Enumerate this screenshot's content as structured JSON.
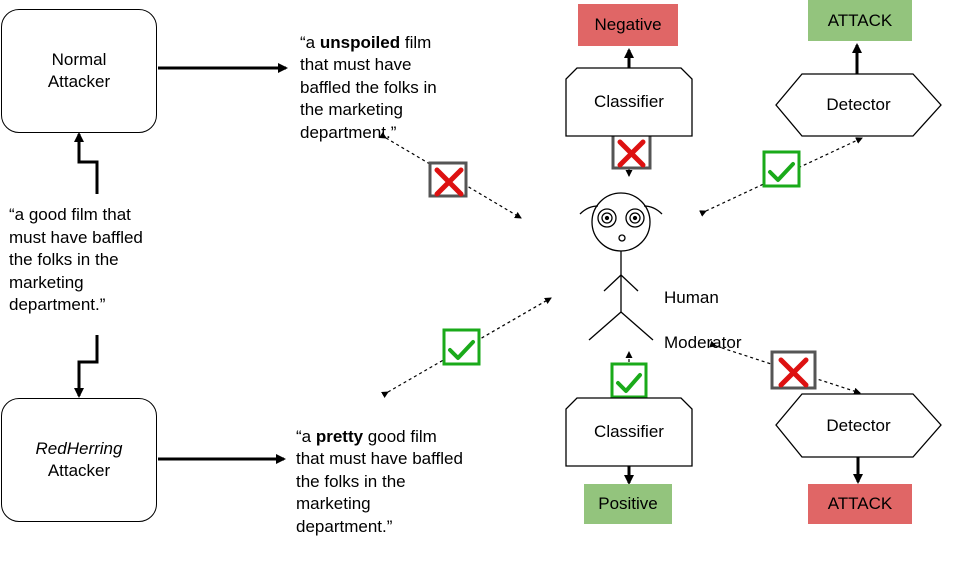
{
  "normal_attacker": {
    "line1": "Normal",
    "line2": "Attacker"
  },
  "redherring_attacker": {
    "line1": "RedHerring",
    "line2": "Attacker"
  },
  "original_text": "“a good film that\nmust have baffled\nthe folks in the\nmarketing\ndepartment.”",
  "normal_text": {
    "prefix": "“a ",
    "bold": "unspoiled",
    "rest_first": " film",
    "rest": "that must have\nbaffled the folks in\nthe marketing\ndepartment.”"
  },
  "redherring_text": {
    "prefix": "“a ",
    "bold": "pretty",
    "rest_first": " good film",
    "rest": "that must have baffled\nthe folks in the\nmarketing\ndepartment.”"
  },
  "classifier_label": "Classifier",
  "detector_label": "Detector",
  "outputs": {
    "negative": "Negative",
    "positive": "Positive",
    "attack": "ATTACK"
  },
  "human_moderator": {
    "line1": "Human",
    "line2": "Moderator"
  },
  "colors": {
    "negative_bg": "#e06666",
    "positive_bg": "#93c47d",
    "check": "#1aaa1a",
    "cross": "#dd1111"
  }
}
